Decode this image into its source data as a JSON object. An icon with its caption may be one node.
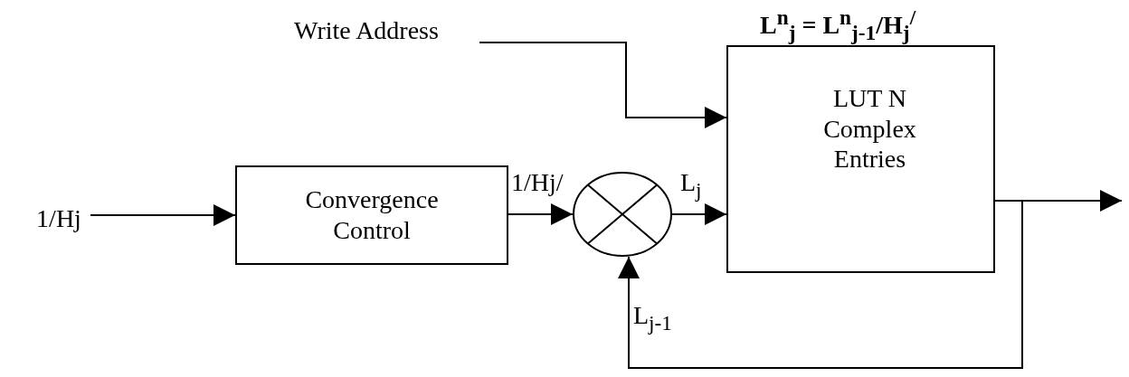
{
  "diagram": {
    "nodes": [
      {
        "text": [
          "1/Hj"
        ]
      },
      {
        "text": [
          "Write Address"
        ]
      },
      {
        "text": [
          "Convergence Control"
        ]
      },
      {
        "text": [],
        "shape": "circle"
      },
      {
        "text": [
          "LUT N Complex Entries"
        ],
        "beside": [
          "L$^{n}$$_{j}$ = L$^{n}$$_{j-1}$/H$_{j}$$^{/}$"
        ]
      }
    ],
    "edges": [
      {
        "from": 0,
        "to": 2,
        "arrow": "to"
      },
      {
        "from": 1,
        "to": 4,
        "arrow": "to"
      },
      {
        "from": 2,
        "to": 3,
        "arrow": "to",
        "label": "1/Hj/"
      },
      {
        "from": 3,
        "to": 4,
        "arrow": "to",
        "label": "L$_{j}$"
      },
      {
        "from": 4,
        "to": null,
        "arrow": "to"
      },
      {
        "from": 4,
        "to": 3,
        "arrow": "to",
        "label": "L$_{j-1}$"
      }
    ]
  }
}
